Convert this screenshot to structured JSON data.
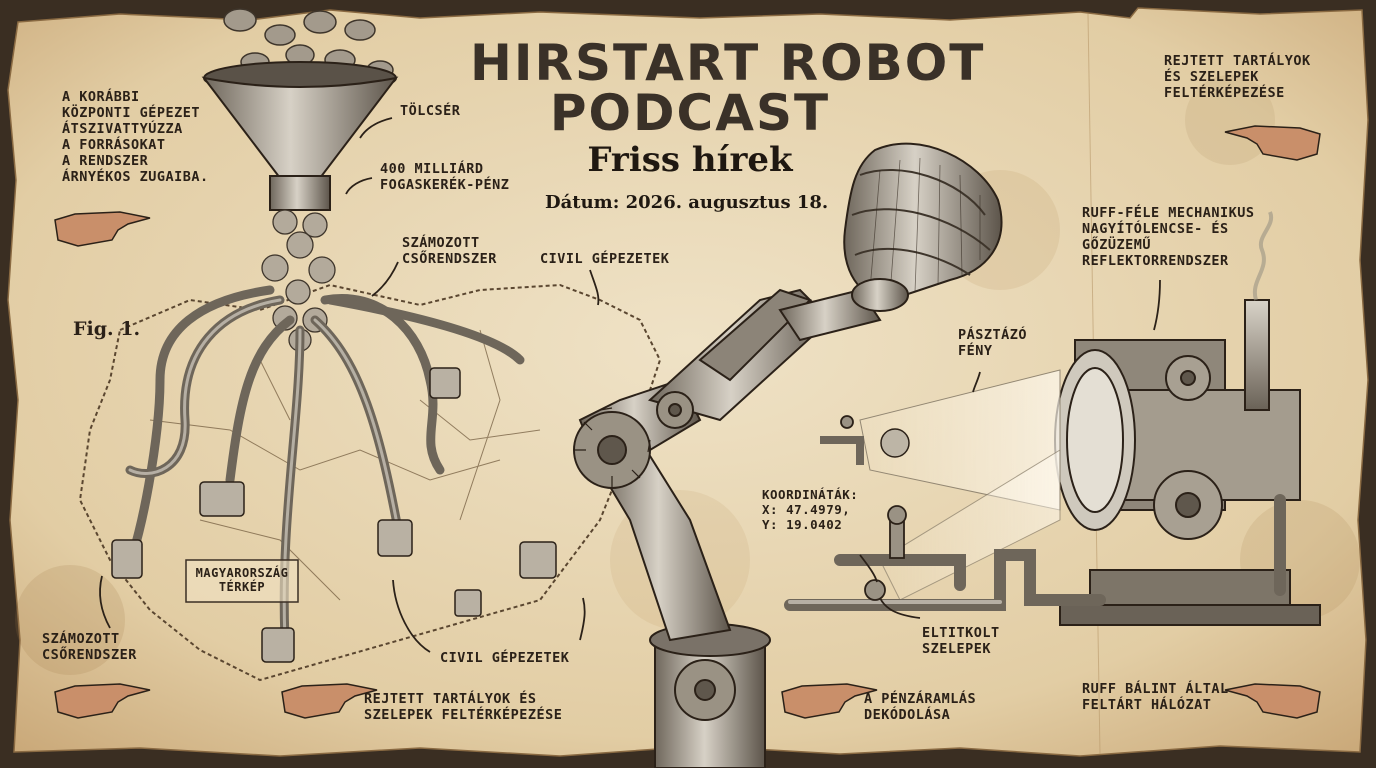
{
  "header": {
    "title_line1": "HIRSTART ROBOT",
    "title_line2": "PODCAST",
    "subtitle": "Friss hírek",
    "date": "Dátum: 2026. augusztus 18."
  },
  "figure_label": "Fig. 1.",
  "labels": {
    "left_note": [
      "A KORÁBBI",
      "KÖZPONTI GÉPEZET",
      "ÁTSZIVATTYÚZZA",
      "A FORRÁSOKAT",
      "A RENDSZER",
      "ÁRNYÉKOS ZUGAIBA."
    ],
    "funnel": "TÖLCSÉR",
    "coins": [
      "400 MILLIÁRD",
      "FOGASKERÉK-PÉNZ"
    ],
    "pipes_top": [
      "SZÁMOZOTT",
      "CSŐRENDSZER"
    ],
    "civil_top": "CIVIL GÉPEZETEK",
    "map": [
      "MAGYARORSZÁG",
      "TÉRKÉP"
    ],
    "pipes_bottom": [
      "SZÁMOZOTT",
      "CSŐRENDSZER"
    ],
    "civil_bottom": "CIVIL GÉPEZETEK",
    "bottom_left": [
      "REJTETT TARTÁLYOK ÉS",
      "SZELEPEK FELTÉRKÉPEZÉSE"
    ],
    "bottom_mid": [
      "A PÉNZÁRAMLÁS",
      "DEKÓDOLÁSA"
    ],
    "coords": [
      "KOORDINÁTÁK:",
      "X: 47.4979,",
      "Y: 19.0402"
    ],
    "hidden_valves": [
      "ELTITKOLT",
      "SZELEPEK"
    ],
    "scan_light": [
      "PÁSZTÁZÓ",
      "FÉNY"
    ],
    "ruff_device": [
      "RUFF-FÉLE MECHANIKUS",
      "NAGYÍTÓLENCSE- ÉS",
      "GŐZÜZEMŰ",
      "REFLEKTORRENDSZER"
    ],
    "top_right": [
      "REJTETT TARTÁLYOK",
      "ÉS SZELEPEK",
      "FELTÉRKÉPEZÉSE"
    ],
    "bottom_right": [
      "RUFF BÁLINT ÁLTAL",
      "FELTÁRT HÁLÓZAT"
    ]
  },
  "icons": [
    "pointing-hand-icon",
    "funnel-icon",
    "microphone-icon",
    "robot-arm-icon",
    "gear-icon",
    "coin-icon",
    "valve-icon",
    "searchlight-icon"
  ],
  "colors": {
    "paper": "#e8d8b8",
    "paper_dark": "#c9a878",
    "ink": "#2b2118",
    "metal": "#8c8478",
    "hand_skin": "#c98f6a"
  }
}
